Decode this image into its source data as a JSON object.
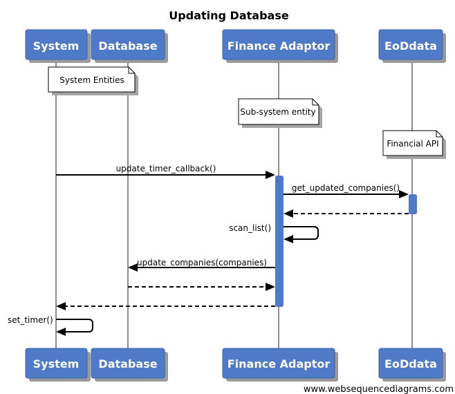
{
  "title": "Updating Database",
  "participants": [
    {
      "id": "system",
      "label": "System"
    },
    {
      "id": "database",
      "label": "Database"
    },
    {
      "id": "finance",
      "label": "Finance Adaptor"
    },
    {
      "id": "eoddata",
      "label": "EoDdata"
    }
  ],
  "notes": [
    {
      "id": "note-system-entities",
      "text": "System Entities"
    },
    {
      "id": "note-subsystem-entity",
      "text": "Sub-system entity"
    },
    {
      "id": "note-financial-api",
      "text": "Financial API"
    }
  ],
  "messages": [
    {
      "id": "msg-update-timer-callback",
      "label": "update_timer_callback()"
    },
    {
      "id": "msg-get-updated-companies",
      "label": "get_updated_companies()"
    },
    {
      "id": "msg-return-eoddata",
      "label": ""
    },
    {
      "id": "msg-scan-list",
      "label": "scan_list()"
    },
    {
      "id": "msg-update-companies",
      "label": "update_companies(companies)"
    },
    {
      "id": "msg-return-database",
      "label": ""
    },
    {
      "id": "msg-return-finance",
      "label": ""
    },
    {
      "id": "msg-set-timer",
      "label": "set_timer()"
    }
  ],
  "footer": "www.websequencediagrams.com",
  "colors": {
    "actor_fill": "#4f7ac8",
    "actor_text": "#ffffff",
    "lifeline": "#8c8c8c",
    "activation": "#4f7ac8"
  }
}
